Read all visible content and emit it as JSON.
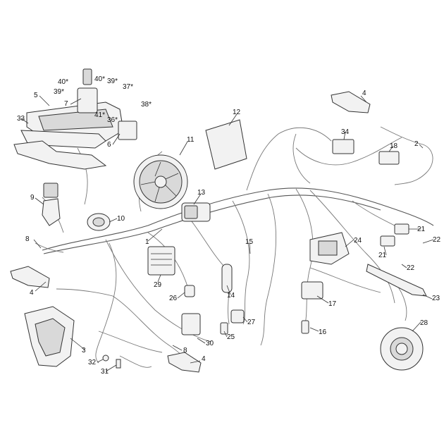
{
  "labels": [
    {
      "id": "l1",
      "text": "1"
    },
    {
      "id": "l2",
      "text": "2"
    },
    {
      "id": "l3",
      "text": "3"
    },
    {
      "id": "l4a",
      "text": "4"
    },
    {
      "id": "l4b",
      "text": "4"
    },
    {
      "id": "l4c",
      "text": "4"
    },
    {
      "id": "l5",
      "text": "5"
    },
    {
      "id": "l6",
      "text": "6"
    },
    {
      "id": "l7",
      "text": "7"
    },
    {
      "id": "l8a",
      "text": "8"
    },
    {
      "id": "l8b",
      "text": "8"
    },
    {
      "id": "l9",
      "text": "9"
    },
    {
      "id": "l10",
      "text": "10"
    },
    {
      "id": "l11",
      "text": "11"
    },
    {
      "id": "l12",
      "text": "12"
    },
    {
      "id": "l13",
      "text": "13"
    },
    {
      "id": "l14",
      "text": "14"
    },
    {
      "id": "l15",
      "text": "15"
    },
    {
      "id": "l16",
      "text": "16"
    },
    {
      "id": "l17",
      "text": "17"
    },
    {
      "id": "l18",
      "text": "18"
    },
    {
      "id": "l21a",
      "text": "21"
    },
    {
      "id": "l21b",
      "text": "21"
    },
    {
      "id": "l22a",
      "text": "22"
    },
    {
      "id": "l22b",
      "text": "22"
    },
    {
      "id": "l23",
      "text": "23"
    },
    {
      "id": "l24",
      "text": "24"
    },
    {
      "id": "l25",
      "text": "25"
    },
    {
      "id": "l26",
      "text": "26"
    },
    {
      "id": "l27",
      "text": "27"
    },
    {
      "id": "l28",
      "text": "28"
    },
    {
      "id": "l29",
      "text": "29"
    },
    {
      "id": "l30",
      "text": "30"
    },
    {
      "id": "l31",
      "text": "31"
    },
    {
      "id": "l32",
      "text": "32"
    },
    {
      "id": "l33",
      "text": "33"
    },
    {
      "id": "l34",
      "text": "34"
    },
    {
      "id": "l36",
      "text": "36*"
    },
    {
      "id": "l37",
      "text": "37*"
    },
    {
      "id": "l38",
      "text": "38*"
    },
    {
      "id": "l39a",
      "text": "39*"
    },
    {
      "id": "l39b",
      "text": "39*"
    },
    {
      "id": "l40a",
      "text": "40*"
    },
    {
      "id": "l40b",
      "text": "40*"
    },
    {
      "id": "l41",
      "text": "41*"
    }
  ]
}
